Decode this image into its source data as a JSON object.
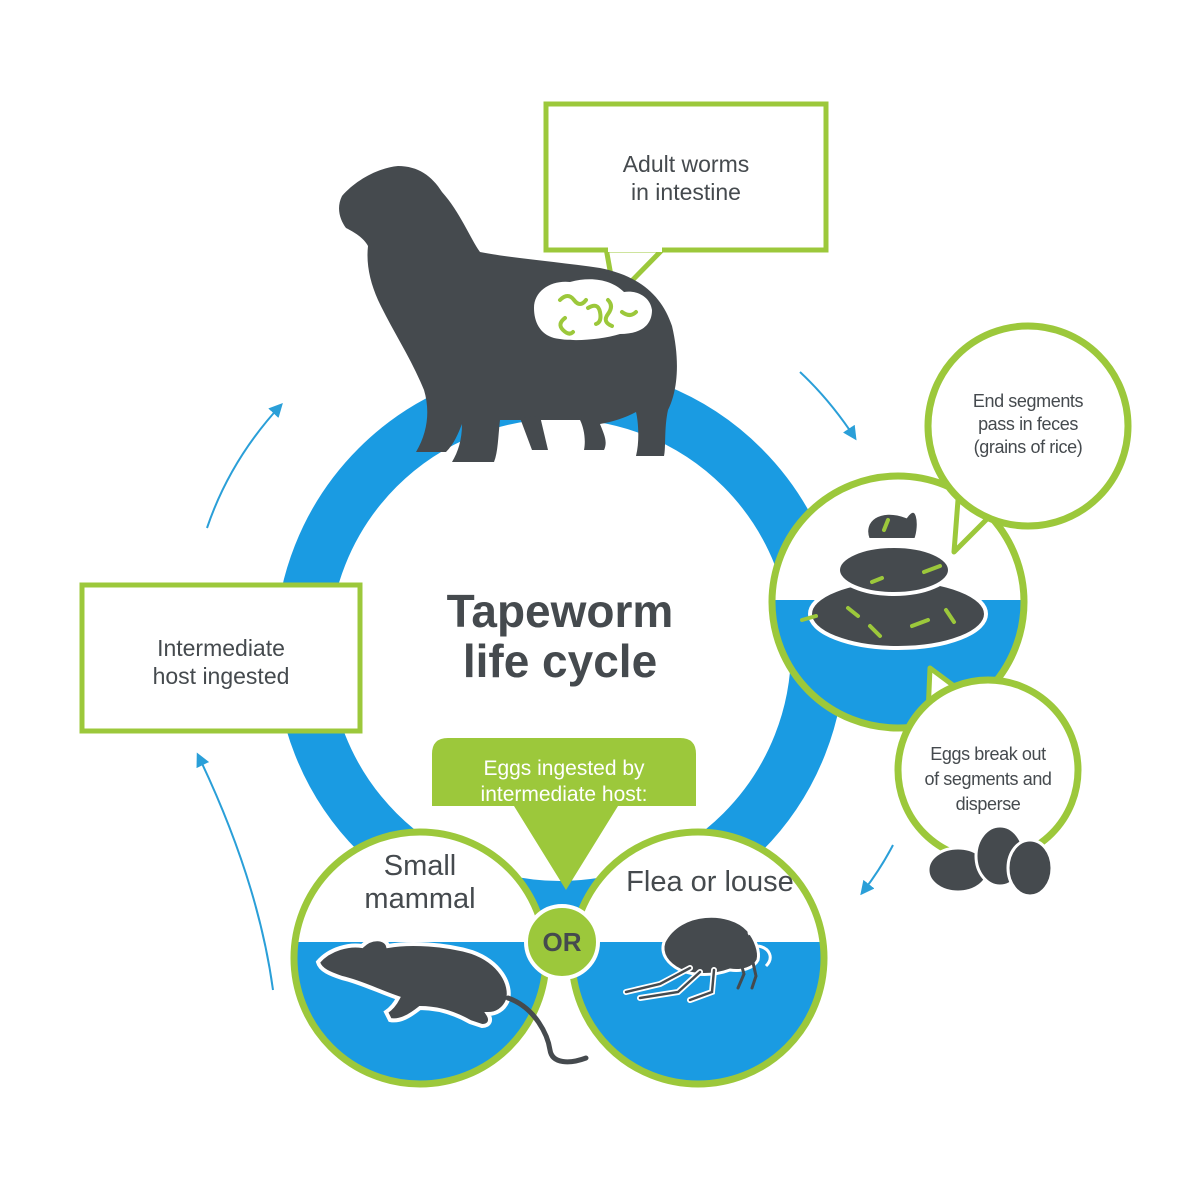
{
  "title": {
    "line1": "Tapeworm",
    "line2": "life cycle"
  },
  "steps": {
    "adult_worms": {
      "line1": "Adult worms",
      "line2": "in intestine"
    },
    "end_segments": {
      "line1": "End segments",
      "line2": "pass in feces",
      "line3": "(grains of rice)"
    },
    "eggs_break": {
      "line1": "Eggs break out",
      "line2": "of segments and",
      "line3": "disperse"
    },
    "eggs_ingested": {
      "line1": "Eggs ingested by",
      "line2": "intermediate host:"
    },
    "small_mammal": {
      "line1": "Small",
      "line2": "mammal"
    },
    "flea": {
      "line1": "Flea or louse"
    },
    "or": "OR",
    "host_ingested": {
      "line1": "Intermediate",
      "line2": "host ingested"
    }
  },
  "colors": {
    "ring_blue": "#1a9be2",
    "accent_green": "#9cc83b",
    "dark_gray": "#454a4e",
    "arrow_blue": "#2a9fd8"
  }
}
